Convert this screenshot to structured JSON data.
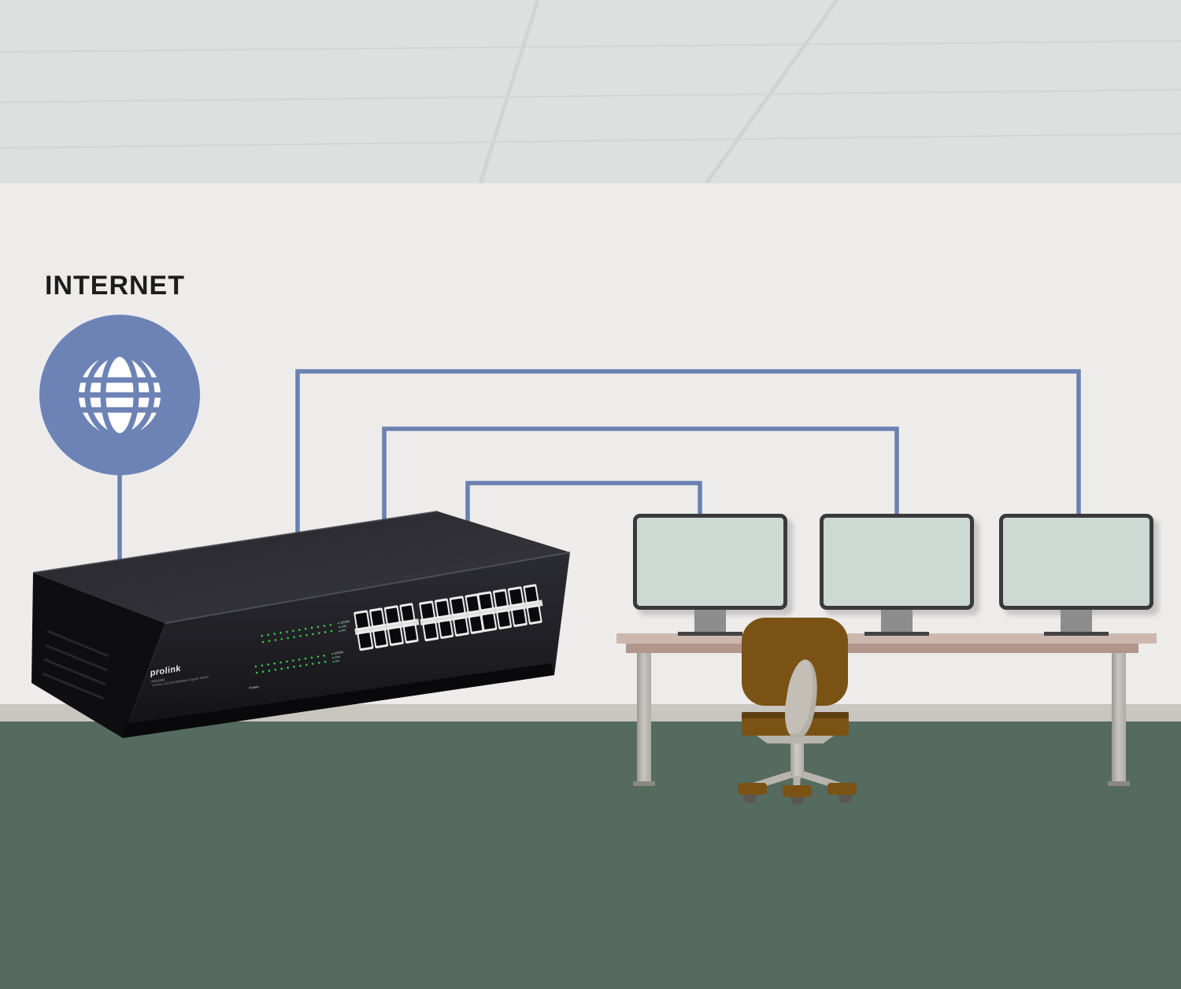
{
  "diagram": {
    "title": "office-network-illustration",
    "internet": {
      "label": "INTERNET",
      "icon": "globe-icon"
    },
    "switch": {
      "brand": "prolink",
      "model": "PSG2402",
      "description": "24-Port 10/100/1000Mbps Gigabit Switch",
      "led_labels": [
        "1000M",
        "Link",
        "Act"
      ],
      "power_label": "Power",
      "ports_total": 24,
      "port_groups": 3,
      "ports_per_group": 8
    },
    "workstations": {
      "count": 3,
      "monitors": [
        "monitor-1",
        "monitor-2",
        "monitor-3"
      ]
    },
    "furniture": {
      "desk": "office-desk",
      "chair": "office-chair"
    },
    "connections": [
      {
        "from": "internet",
        "to": "switch"
      },
      {
        "from": "switch",
        "to": "monitor-1"
      },
      {
        "from": "switch",
        "to": "monitor-2"
      },
      {
        "from": "switch",
        "to": "monitor-3"
      }
    ],
    "colors": {
      "cable_blue": "#6a80b2",
      "globe_blue": "#6d83b6",
      "ceiling": "#dedfdf",
      "wall": "#edecea",
      "baseboard": "#c9c6c0",
      "floor_green": "#556b60",
      "desk_top": "#cdb8b0",
      "chair_brown": "#7a5314",
      "led_green": "#3ecf4a",
      "monitor_screen": "#cdd9d3"
    }
  }
}
